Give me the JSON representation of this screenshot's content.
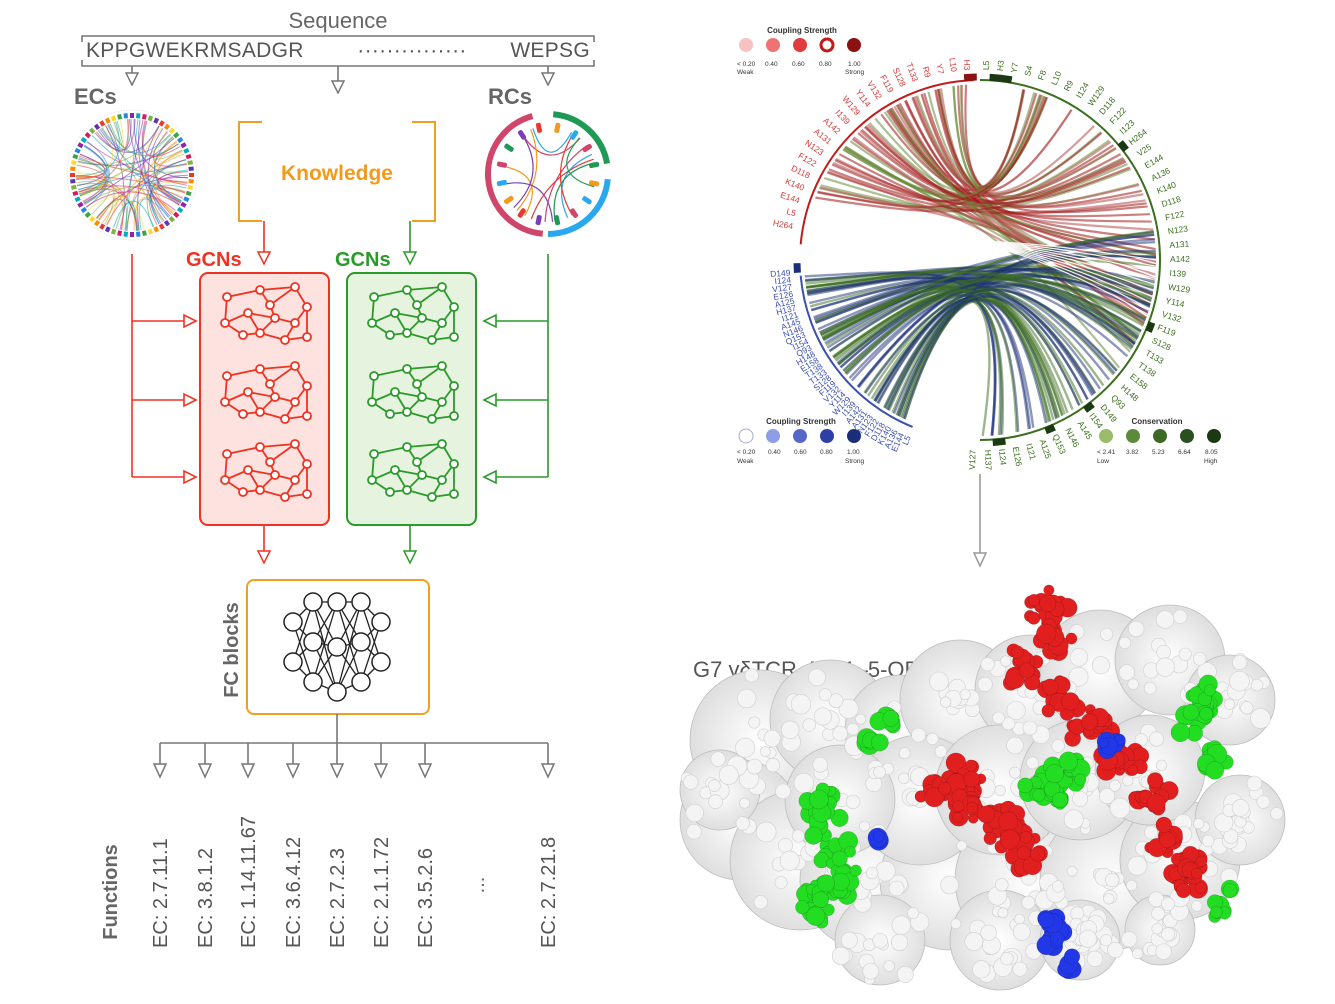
{
  "sequence": {
    "title": "Sequence",
    "left": "KPPGWEKRMSADGR",
    "dots": "···············",
    "right": "WEPSG"
  },
  "labels": {
    "ecs": "ECs",
    "rcs": "RCs",
    "knowledge": "Knowledge",
    "gcns_red": "GCNs",
    "gcns_green": "GCNs",
    "fc_blocks": "FC blocks",
    "functions": "Functions",
    "ellipsis": "..."
  },
  "functions": [
    "EC: 2.7.11.1",
    "EC: 3.8.1.2",
    "EC: 1.14.11.67",
    "EC: 3.6.4.12",
    "EC: 2.7.2.3",
    "EC: 2.1.1.72",
    "EC: 3.5.2.6",
    "EC: 2.7.21.8"
  ],
  "chord": {
    "top_legend": {
      "title": "Coupling Strength",
      "values": [
        "< 0.20",
        "0.40",
        "0.60",
        "0.80",
        "1.00"
      ],
      "low": "Weak",
      "high": "Strong"
    },
    "left_legend": {
      "title": "Coupling Strength",
      "values": [
        "< 0.20",
        "0.40",
        "0.60",
        "0.80",
        "1.00"
      ],
      "low": "Weak",
      "high": "Strong"
    },
    "right_legend": {
      "title": "Conservation",
      "values": [
        "< 2.41",
        "3.82",
        "5.23",
        "6.64",
        "8.05"
      ],
      "low": "Low",
      "high": "High"
    },
    "red_labels": [
      "H264",
      "L5",
      "E144",
      "K140",
      "D118",
      "F122",
      "N123",
      "A131",
      "A142",
      "I139",
      "W129",
      "Y114",
      "V132",
      "F119",
      "S128",
      "T133",
      "R9",
      "Y7",
      "L10",
      "H3"
    ],
    "blue_labels": [
      "L5",
      "E144",
      "A136",
      "K140",
      "D118",
      "F122",
      "N123",
      "A131",
      "A142",
      "I139",
      "W129",
      "Y114",
      "V132",
      "F119",
      "S128",
      "T133",
      "T138",
      "E158",
      "H148",
      "Q93",
      "I154",
      "Q153",
      "N146",
      "A145",
      "I121",
      "H137",
      "A125",
      "E126",
      "V127",
      "I124",
      "D149"
    ],
    "green_labels": [
      "L5",
      "H3",
      "Y7",
      "S4",
      "F8",
      "L10",
      "R9",
      "I124",
      "W129",
      "D118",
      "F122",
      "I123",
      "H264",
      "V25",
      "E144",
      "A136",
      "K140",
      "D118",
      "F122",
      "N123",
      "A131",
      "A142",
      "I139",
      "W129",
      "Y114",
      "V132",
      "F119",
      "S128",
      "T133",
      "T138",
      "E158",
      "H148",
      "Q93",
      "D149",
      "I154",
      "A145",
      "N146",
      "Q153",
      "A125",
      "I121",
      "E126",
      "I124",
      "H137",
      "V127"
    ]
  },
  "structure": {
    "title": "G7 γδTCR–MR1–5-OP-RU"
  },
  "colors": {
    "red": "#ee3322",
    "green": "#2a9a2a",
    "orange": "#f0a020",
    "gray": "#666666",
    "chord_red": "#a01818",
    "chord_blue": "#1b2f78",
    "chord_green": "#3b6e1e"
  }
}
